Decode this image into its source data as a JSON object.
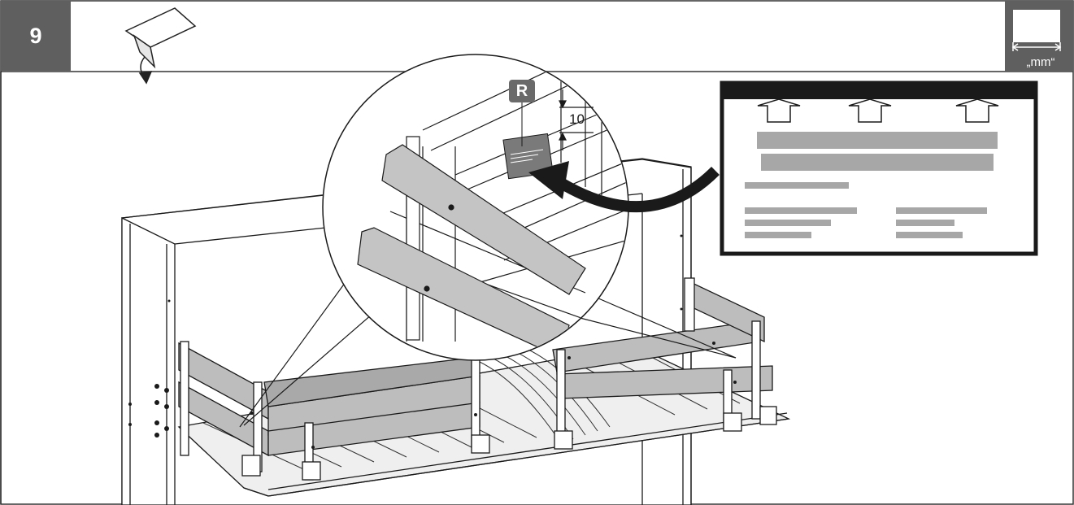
{
  "header": {
    "step_number": "9",
    "unit_label": "„mm“"
  },
  "detail": {
    "label_badge": "R",
    "dimension_value": "10"
  },
  "icons": {
    "sticker": "label-sticker-icon",
    "unit": "measurement-unit-icon",
    "arrow": "curved-arrow-icon"
  },
  "colors": {
    "step_box": "#5f5f5f",
    "panel_gray": "#a7a7a7",
    "line": "#1a1a1a"
  }
}
